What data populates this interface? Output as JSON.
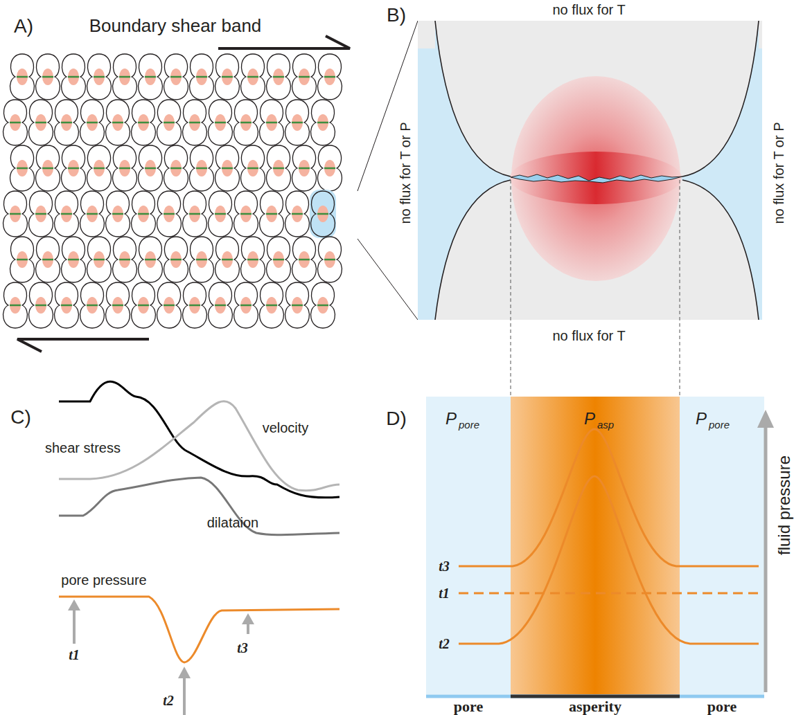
{
  "diagram": {
    "labels": [
      "A)",
      "Boundary shear band",
      "B)",
      "no flux for T",
      "no flux for T or P",
      "no flux for T or P",
      "no flux for T",
      "C)",
      "shear stress",
      "velocity",
      "dilataion",
      "pore pressure",
      "t1",
      "t2",
      "t3",
      "D)",
      "P",
      "pore",
      "P",
      "asp",
      "P",
      "pore",
      "t3",
      "t1",
      "t2",
      "fluid pressure",
      "pore",
      "asperity",
      "pore"
    ]
  }
}
